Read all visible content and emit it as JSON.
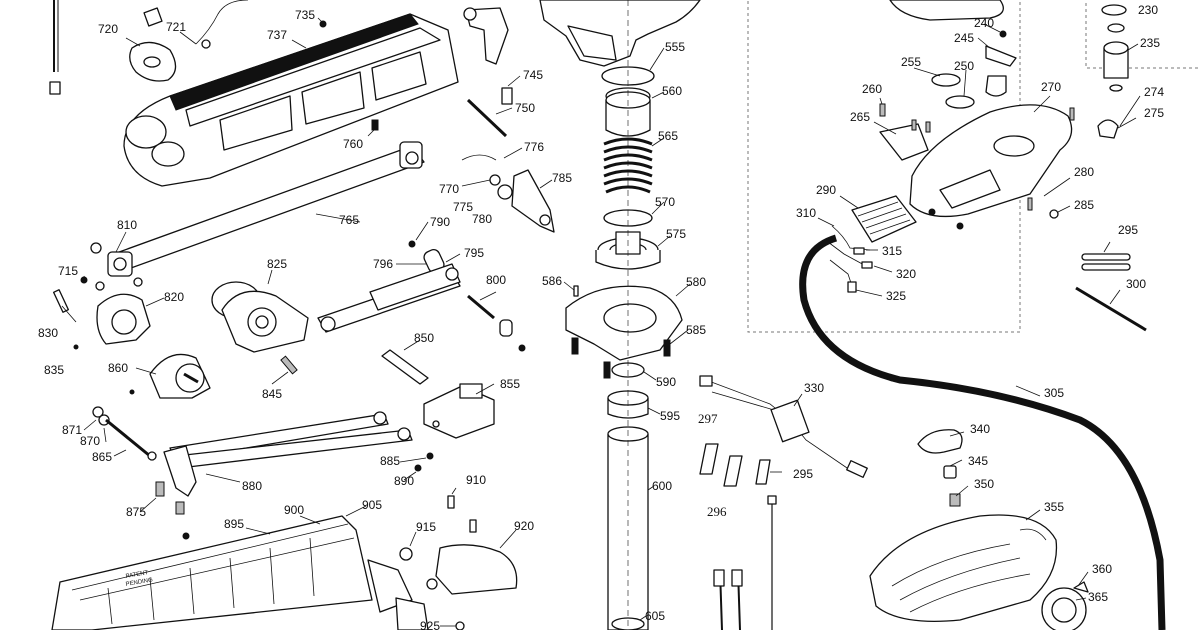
{
  "diagram": {
    "callouts": [
      {
        "key": "n720",
        "label": "720"
      },
      {
        "key": "n721",
        "label": "721"
      },
      {
        "key": "n735",
        "label": "735"
      },
      {
        "key": "n737",
        "label": "737"
      },
      {
        "key": "n745",
        "label": "745"
      },
      {
        "key": "n750",
        "label": "750"
      },
      {
        "key": "n760",
        "label": "760"
      },
      {
        "key": "n776",
        "label": "776"
      },
      {
        "key": "n770",
        "label": "770"
      },
      {
        "key": "n775",
        "label": "775"
      },
      {
        "key": "n780",
        "label": "780"
      },
      {
        "key": "n785",
        "label": "785"
      },
      {
        "key": "n765",
        "label": "765"
      },
      {
        "key": "n810",
        "label": "810"
      },
      {
        "key": "n790",
        "label": "790"
      },
      {
        "key": "n795",
        "label": "795"
      },
      {
        "key": "n796",
        "label": "796"
      },
      {
        "key": "n825",
        "label": "825"
      },
      {
        "key": "n715",
        "label": "715"
      },
      {
        "key": "n820",
        "label": "820"
      },
      {
        "key": "n830",
        "label": "830"
      },
      {
        "key": "n800",
        "label": "800"
      },
      {
        "key": "n835",
        "label": "835"
      },
      {
        "key": "n850",
        "label": "850"
      },
      {
        "key": "n860",
        "label": "860"
      },
      {
        "key": "n845",
        "label": "845"
      },
      {
        "key": "n855",
        "label": "855"
      },
      {
        "key": "n871",
        "label": "871"
      },
      {
        "key": "n870",
        "label": "870"
      },
      {
        "key": "n865",
        "label": "865"
      },
      {
        "key": "n885",
        "label": "885"
      },
      {
        "key": "n890",
        "label": "890"
      },
      {
        "key": "n880",
        "label": "880"
      },
      {
        "key": "n875",
        "label": "875"
      },
      {
        "key": "n910",
        "label": "910"
      },
      {
        "key": "n900",
        "label": "900"
      },
      {
        "key": "n905",
        "label": "905"
      },
      {
        "key": "n895",
        "label": "895"
      },
      {
        "key": "n915",
        "label": "915"
      },
      {
        "key": "n920",
        "label": "920"
      },
      {
        "key": "n925",
        "label": "925"
      },
      {
        "key": "n555",
        "label": "555"
      },
      {
        "key": "n560",
        "label": "560"
      },
      {
        "key": "n565",
        "label": "565"
      },
      {
        "key": "n570",
        "label": "570"
      },
      {
        "key": "n575",
        "label": "575"
      },
      {
        "key": "n580",
        "label": "580"
      },
      {
        "key": "n586",
        "label": "586"
      },
      {
        "key": "n585",
        "label": "585"
      },
      {
        "key": "n590",
        "label": "590"
      },
      {
        "key": "n595",
        "label": "595"
      },
      {
        "key": "n600",
        "label": "600"
      },
      {
        "key": "n605",
        "label": "605"
      },
      {
        "key": "n330",
        "label": "330"
      },
      {
        "key": "n297",
        "label": "297"
      },
      {
        "key": "n296",
        "label": "296"
      },
      {
        "key": "n295b",
        "label": "295"
      },
      {
        "key": "n240",
        "label": "240"
      },
      {
        "key": "n245",
        "label": "245"
      },
      {
        "key": "n230",
        "label": "230"
      },
      {
        "key": "n235",
        "label": "235"
      },
      {
        "key": "n255",
        "label": "255"
      },
      {
        "key": "n250",
        "label": "250"
      },
      {
        "key": "n260",
        "label": "260"
      },
      {
        "key": "n270",
        "label": "270"
      },
      {
        "key": "n274",
        "label": "274"
      },
      {
        "key": "n275",
        "label": "275"
      },
      {
        "key": "n265",
        "label": "265"
      },
      {
        "key": "n280",
        "label": "280"
      },
      {
        "key": "n285",
        "label": "285"
      },
      {
        "key": "n290",
        "label": "290"
      },
      {
        "key": "n310",
        "label": "310"
      },
      {
        "key": "n315",
        "label": "315"
      },
      {
        "key": "n320",
        "label": "320"
      },
      {
        "key": "n325",
        "label": "325"
      },
      {
        "key": "n295a",
        "label": "295"
      },
      {
        "key": "n300",
        "label": "300"
      },
      {
        "key": "n305",
        "label": "305"
      },
      {
        "key": "n340",
        "label": "340"
      },
      {
        "key": "n345",
        "label": "345"
      },
      {
        "key": "n350",
        "label": "350"
      },
      {
        "key": "n355",
        "label": "355"
      },
      {
        "key": "n360",
        "label": "360"
      },
      {
        "key": "n365",
        "label": "365"
      }
    ],
    "patent_text": [
      "PATENT",
      "PENDING"
    ]
  }
}
